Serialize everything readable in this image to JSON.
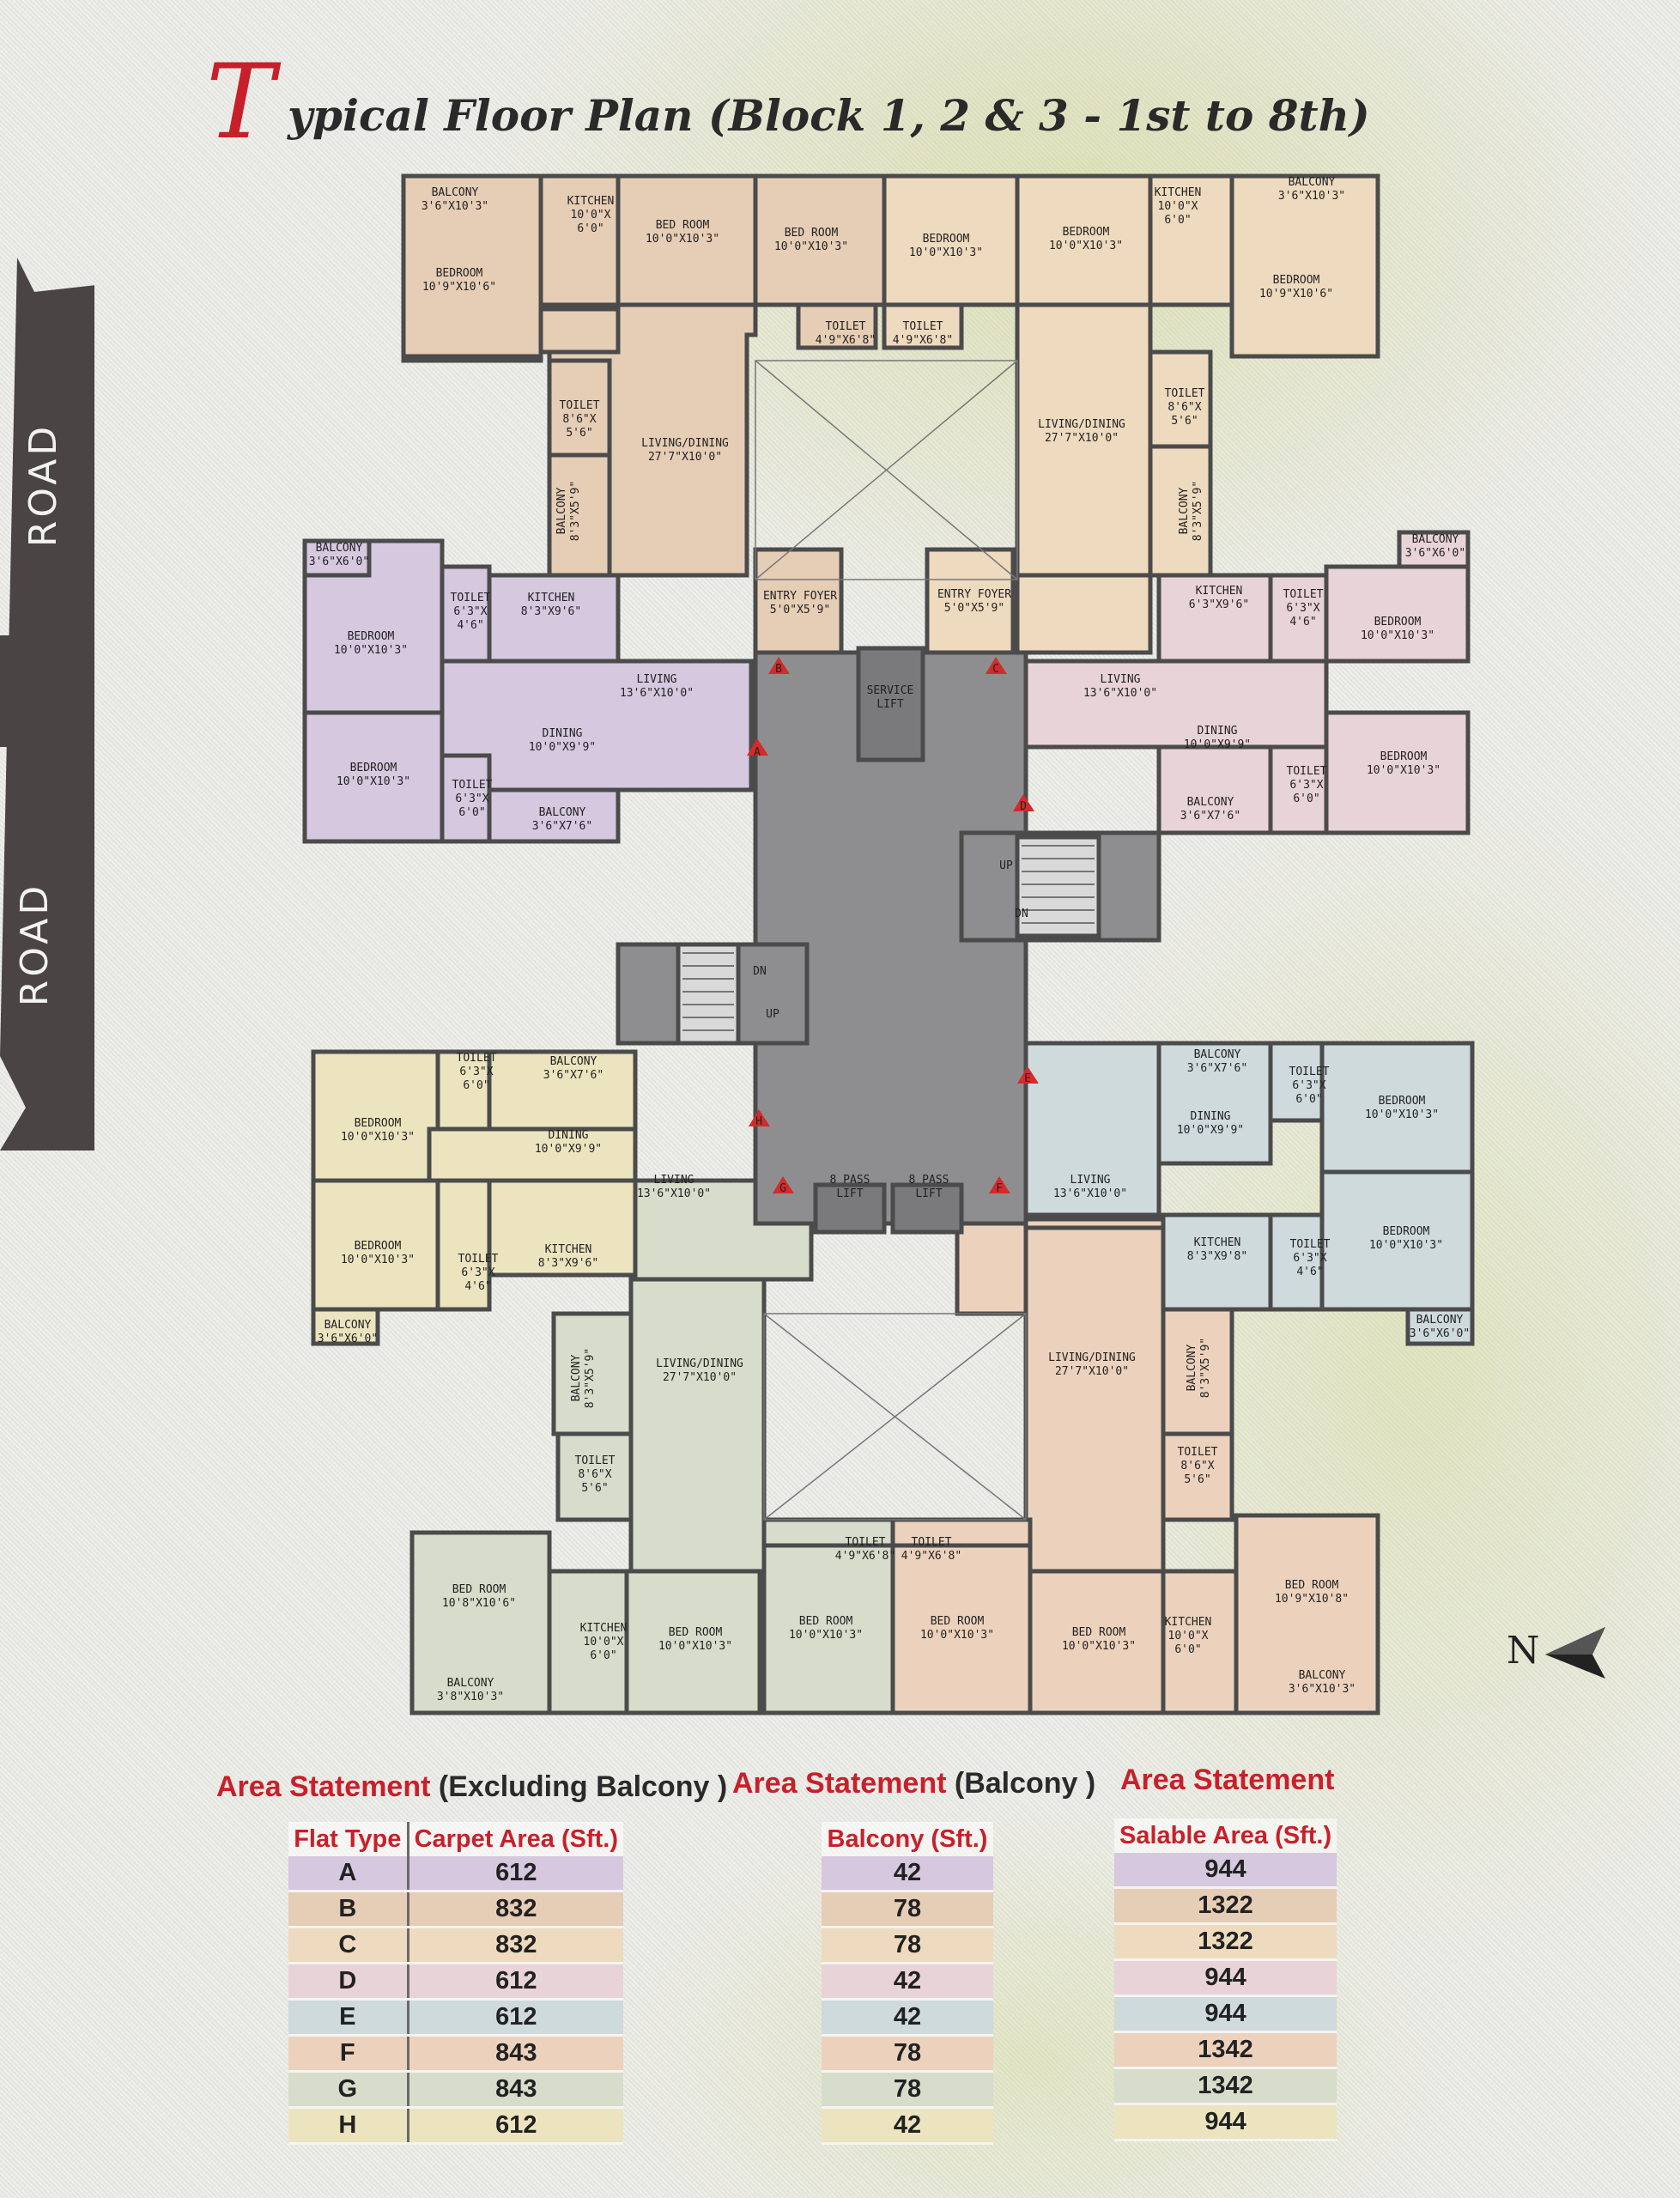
{
  "title": {
    "initial": "T",
    "rest": "ypical Floor Plan (Block 1, 2 & 3 - 1st to 8th)"
  },
  "road_labels": [
    "ROAD",
    "ROAD"
  ],
  "north_label": "N",
  "colors": {
    "flat_A": "#d5c8df",
    "flat_B": "#e6cdb5",
    "flat_C": "#eedabe",
    "flat_D": "#e8d3d8",
    "flat_E": "#cfdadd",
    "flat_F": "#ecd2bd",
    "flat_G": "#d7dccb",
    "flat_H": "#ebe4bf",
    "core": "#8e8e90",
    "wall": "#4b4b4b",
    "accent_red": "#c8202a",
    "road": "#4a4444"
  },
  "entry_markers": [
    "A",
    "B",
    "C",
    "D",
    "E",
    "F",
    "G",
    "H"
  ],
  "core_labels": {
    "service_lift": [
      "SERVICE",
      "LIFT"
    ],
    "lift_left": [
      "8 PASS",
      "LIFT"
    ],
    "lift_right": [
      "8 PASS",
      "LIFT"
    ],
    "stair_up": "UP",
    "stair_dn": "DN"
  },
  "rooms": [
    [
      "BALCONY",
      "3'6\"X10'3\""
    ],
    [
      "BEDROOM",
      "10'9\"X10'6\""
    ],
    [
      "KITCHEN",
      "10'0\"X",
      "6'0\""
    ],
    [
      "BED ROOM",
      "10'0\"X10'3\""
    ],
    [
      "BED ROOM",
      "10'0\"X10'3\""
    ],
    [
      "BEDROOM",
      "10'0\"X10'3\""
    ],
    [
      "BEDROOM",
      "10'0\"X10'3\""
    ],
    [
      "KITCHEN",
      "10'0\"X",
      "6'0\""
    ],
    [
      "BALCONY",
      "3'6\"X10'3\""
    ],
    [
      "BEDROOM",
      "10'9\"X10'6\""
    ],
    [
      "TOILET",
      "4'9\"X6'8\""
    ],
    [
      "TOILET",
      "4'9\"X6'8\""
    ],
    [
      "TOILET",
      "8'6\"X",
      "5'6\""
    ],
    [
      "LIVING/DINING",
      "27'7\"X10'0\""
    ],
    [
      "LIVING/DINING",
      "27'7\"X10'0\""
    ],
    [
      "TOILET",
      "8'6\"X",
      "5'6\""
    ],
    [
      "BALCONY",
      "8'3\"X5'9\""
    ],
    [
      "BALCONY",
      "8'3\"X5'9\""
    ],
    [
      "BALCONY",
      "3'6\"X6'0\""
    ],
    [
      "TOILET",
      "6'3\"X",
      "4'6\""
    ],
    [
      "KITCHEN",
      "8'3\"X9'6\""
    ],
    [
      "ENTRY FOYER",
      "5'0\"X5'9\""
    ],
    [
      "ENTRY FOYER",
      "5'0\"X5'9\""
    ],
    [
      "KITCHEN",
      "6'3\"X9'6\""
    ],
    [
      "TOILET",
      "6'3\"X",
      "4'6\""
    ],
    [
      "BALCONY",
      "3'6\"X6'0\""
    ],
    [
      "BEDROOM",
      "10'0\"X10'3\""
    ],
    [
      "LIVING",
      "13'6\"X10'0\""
    ],
    [
      "BEDROOM",
      "10'0\"X10'3\""
    ],
    [
      "DINING",
      "10'0\"X9'9\""
    ],
    [
      "LIVING",
      "13'6\"X10'0\""
    ],
    [
      "DINING",
      "10'0\"X9'9\""
    ],
    [
      "BEDROOM",
      "10'0\"X10'3\""
    ],
    [
      "TOILET",
      "6'3\"X",
      "6'0\""
    ],
    [
      "BALCONY",
      "3'6\"X7'6\""
    ],
    [
      "BALCONY",
      "3'6\"X7'6\""
    ],
    [
      "TOILET",
      "6'3\"X",
      "6'0\""
    ],
    [
      "BEDROOM",
      "10'0\"X10'3\""
    ],
    [
      "BALCONY",
      "3'6\"X7'6\""
    ],
    [
      "TOILET",
      "6'3\"X",
      "6'0\""
    ],
    [
      "BALCONY",
      "3'6\"X7'6\""
    ],
    [
      "TOILET",
      "6'3\"X",
      "6'0\""
    ],
    [
      "BEDROOM",
      "10'0\"X10'3\""
    ],
    [
      "BEDROOM",
      "10'0\"X10'3\""
    ],
    [
      "DINING",
      "10'0\"X9'9\""
    ],
    [
      "DINING",
      "10'0\"X9'9\""
    ],
    [
      "LIVING",
      "13'6\"X10'0\""
    ],
    [
      "LIVING",
      "13'6\"X10'0\""
    ],
    [
      "BEDROOM",
      "10'0\"X10'3\""
    ],
    [
      "BEDROOM",
      "10'0\"X10'3\""
    ],
    [
      "TOILET",
      "6'3\"X",
      "4'6\""
    ],
    [
      "KITCHEN",
      "8'3\"X9'6\""
    ],
    [
      "KITCHEN",
      "8'3\"X9'8\""
    ],
    [
      "TOILET",
      "6'3\"X",
      "4'6\""
    ],
    [
      "BALCONY",
      "3'6\"X6'0\""
    ],
    [
      "BALCONY",
      "3'6\"X6'0\""
    ],
    [
      "BALCONY",
      "8'3\"X5'9\""
    ],
    [
      "LIVING/DINING",
      "27'7\"X10'0\""
    ],
    [
      "LIVING/DINING",
      "27'7\"X10'0\""
    ],
    [
      "BALCONY",
      "8'3\"X5'9\""
    ],
    [
      "TOILET",
      "8'6\"X",
      "5'6\""
    ],
    [
      "TOILET",
      "8'6\"X",
      "5'6\""
    ],
    [
      "TOILET",
      "4'9\"X6'8\""
    ],
    [
      "TOILET",
      "4'9\"X6'8\""
    ],
    [
      "BED ROOM",
      "10'8\"X10'6\""
    ],
    [
      "KITCHEN",
      "10'0\"X",
      "6'0\""
    ],
    [
      "BED ROOM",
      "10'0\"X10'3\""
    ],
    [
      "BED ROOM",
      "10'0\"X10'3\""
    ],
    [
      "BED ROOM",
      "10'0\"X10'3\""
    ],
    [
      "BED ROOM",
      "10'0\"X10'3\""
    ],
    [
      "KITCHEN",
      "10'0\"X",
      "6'0\""
    ],
    [
      "BED ROOM",
      "10'9\"X10'8\""
    ],
    [
      "BALCONY",
      "3'8\"X10'3\""
    ],
    [
      "BALCONY",
      "3'6\"X10'3\""
    ]
  ],
  "area_statement": {
    "excluding_balcony": {
      "heading_red": "Area Statement",
      "heading_black": "(Excluding Balcony )",
      "col_type": "Flat Type",
      "col_area": "Carpet Area (Sft.)"
    },
    "balcony": {
      "heading_red": "Area Statement",
      "heading_black": "(Balcony )",
      "col": "Balcony (Sft.)"
    },
    "salable": {
      "heading_red": "Area Statement",
      "col": "Salable Area (Sft.)"
    },
    "rows": [
      {
        "type": "A",
        "carpet": "612",
        "balcony": "42",
        "salable": "944",
        "color": "#d5c8df"
      },
      {
        "type": "B",
        "carpet": "832",
        "balcony": "78",
        "salable": "1322",
        "color": "#e6cdb5"
      },
      {
        "type": "C",
        "carpet": "832",
        "balcony": "78",
        "salable": "1322",
        "color": "#eedabe"
      },
      {
        "type": "D",
        "carpet": "612",
        "balcony": "42",
        "salable": "944",
        "color": "#e8d3d8"
      },
      {
        "type": "E",
        "carpet": "612",
        "balcony": "42",
        "salable": "944",
        "color": "#cfdadd"
      },
      {
        "type": "F",
        "carpet": "843",
        "balcony": "78",
        "salable": "1342",
        "color": "#ecd2bd"
      },
      {
        "type": "G",
        "carpet": "843",
        "balcony": "78",
        "salable": "1342",
        "color": "#d7dccb"
      },
      {
        "type": "H",
        "carpet": "612",
        "balcony": "42",
        "salable": "944",
        "color": "#ebe4bf"
      }
    ]
  }
}
